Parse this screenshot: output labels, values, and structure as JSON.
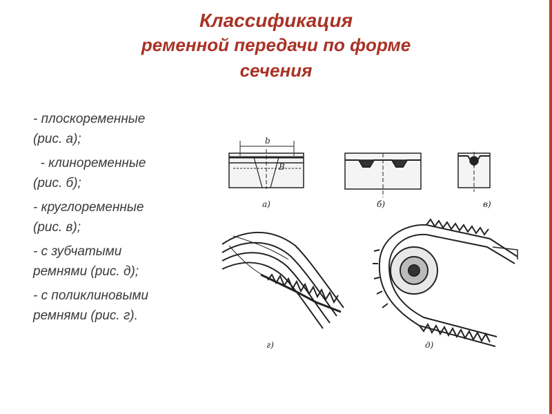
{
  "slide": {
    "title_line1": "Классификация",
    "title_line2": "ременной передачи по форме",
    "title_line3": "сечения",
    "bullets": [
      {
        "line1": "- плоскоременные",
        "line2": "(рис. а);"
      },
      {
        "line1": "  - клиноременные",
        "line2": "(рис. б);"
      },
      {
        "line1": "- круглоременные",
        "line2": "(рис. в);"
      },
      {
        "line1": "- с зубчатыми",
        "line2": "ремнями (рис. д);"
      },
      {
        "line1": "- с поликлиновыми",
        "line2": "ремнями (рис. г)."
      }
    ],
    "accent_color": "#a93226",
    "bar_color": "#c0392b"
  },
  "figure": {
    "label_b": "b",
    "label_B": "B",
    "captions": [
      "а)",
      "б)",
      "в)",
      "г)",
      "д)"
    ]
  }
}
